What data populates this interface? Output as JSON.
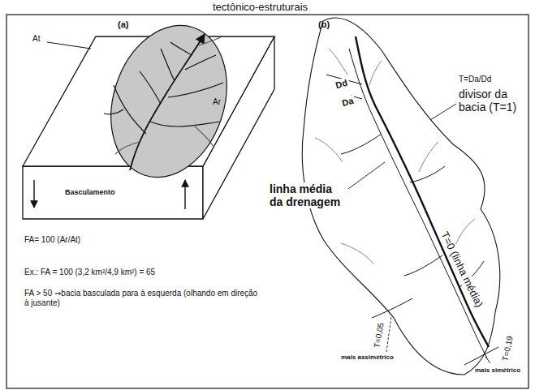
{
  "diagram": {
    "labels": [
      "tectônico-estruturais",
      "(a)",
      "At",
      "Ar",
      "Basculamento",
      "FA= 100 (Ar/At)",
      "Ex.: FA = 100 (3,2 km²/4,9 km²) = 65",
      "FA > 50 ⇒bacia basculada para à esquerda (olhando em direção à jusante)",
      "(b)",
      "Dd",
      "Da",
      "T=Da/Dd",
      "divisor da bacia (T=1)",
      "linha média da drenagem",
      "T=0 (linha média)",
      "T=0,05",
      "T=0,19",
      "mais assimétrico",
      "mais simétrico"
    ]
  }
}
